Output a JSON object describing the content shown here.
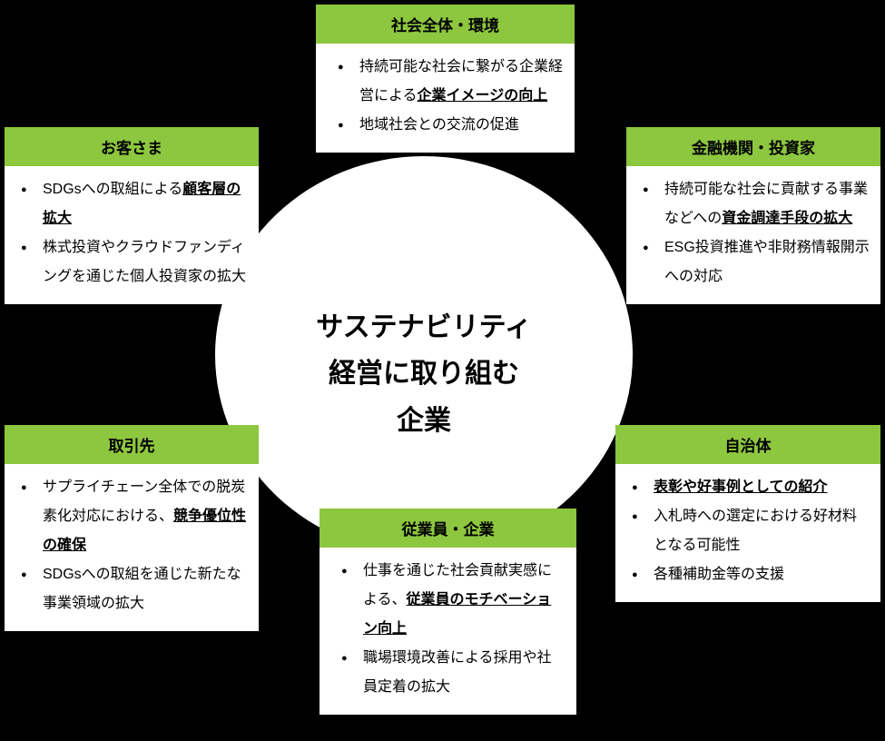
{
  "colors": {
    "accent_green": "#8dc63f",
    "background": "#000000",
    "box_background": "#ffffff",
    "text": "#000000"
  },
  "center": {
    "lines": [
      "サステナビリティ",
      "経営に取り組む",
      "企業"
    ]
  },
  "boxes": [
    {
      "key": "customers",
      "title": "お客さま",
      "items": [
        {
          "segments": [
            {
              "text": "SDGsへの取組による",
              "emph": false
            },
            {
              "text": "顧客層の拡大",
              "emph": true
            }
          ]
        },
        {
          "segments": [
            {
              "text": "株式投資やクラウドファンディングを通じた個人投資家の拡大",
              "emph": false
            }
          ]
        }
      ]
    },
    {
      "key": "society-environment",
      "title": "社会全体・環境",
      "items": [
        {
          "segments": [
            {
              "text": "持続可能な社会に繋がる企業経営による",
              "emph": false
            },
            {
              "text": "企業イメージの向上",
              "emph": true
            }
          ]
        },
        {
          "segments": [
            {
              "text": "地域社会との交流の促進",
              "emph": false
            }
          ]
        }
      ]
    },
    {
      "key": "finance-investors",
      "title": "金融機関・投資家",
      "items": [
        {
          "segments": [
            {
              "text": "持続可能な社会に貢献する事業などへの",
              "emph": false
            },
            {
              "text": "資金調達手段の拡大",
              "emph": true
            }
          ]
        },
        {
          "segments": [
            {
              "text": "ESG投資推進や非財務情報開示への対応",
              "emph": false
            }
          ]
        }
      ]
    },
    {
      "key": "business-partners",
      "title": "取引先",
      "items": [
        {
          "segments": [
            {
              "text": "サプライチェーン全体での脱炭素化対応における、",
              "emph": false
            },
            {
              "text": "競争優位性の確保",
              "emph": true
            }
          ]
        },
        {
          "segments": [
            {
              "text": "SDGsへの取組を通じた新たな事業領域の拡大",
              "emph": false
            }
          ]
        }
      ]
    },
    {
      "key": "employees-company",
      "title": "従業員・企業",
      "items": [
        {
          "segments": [
            {
              "text": "仕事を通じた社会貢献実感による、",
              "emph": false
            },
            {
              "text": "従業員のモチベーション向上",
              "emph": true
            }
          ]
        },
        {
          "segments": [
            {
              "text": "職場環境改善による採用や社員定着の拡大",
              "emph": false
            }
          ]
        }
      ]
    },
    {
      "key": "local-government",
      "title": "自治体",
      "items": [
        {
          "segments": [
            {
              "text": "表彰や好事例としての紹介",
              "emph": true
            }
          ]
        },
        {
          "segments": [
            {
              "text": "入札時への選定における好材料となる可能性",
              "emph": false
            }
          ]
        },
        {
          "segments": [
            {
              "text": "各種補助金等の支援",
              "emph": false
            }
          ]
        }
      ]
    }
  ]
}
